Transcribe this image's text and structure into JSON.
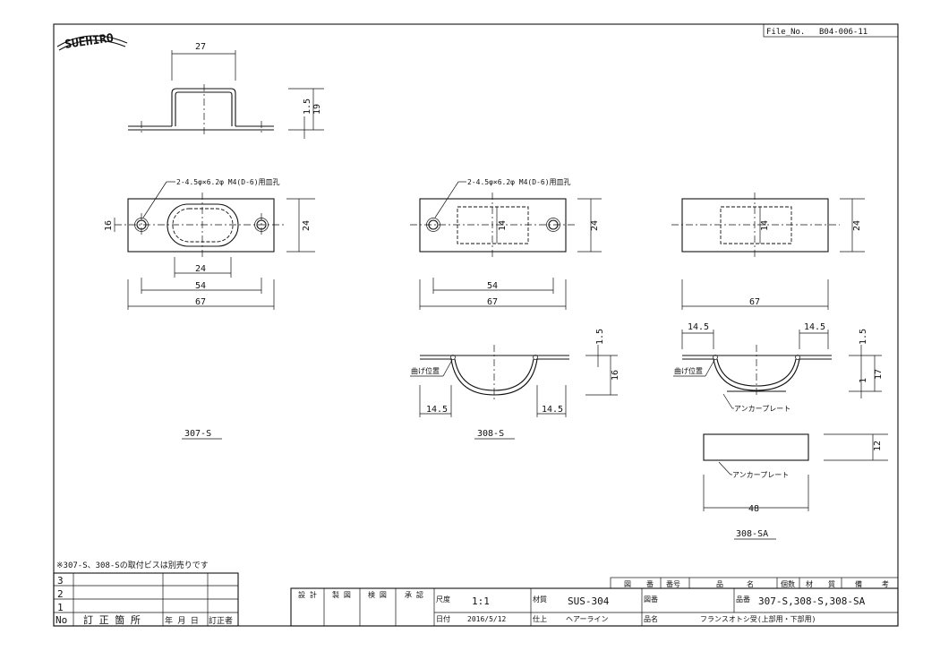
{
  "header": {
    "logo_text": "SUEHIRO",
    "file_no_label": "File_No.",
    "file_no": "B04-006-11"
  },
  "views": {
    "top_dims": {
      "width": "27",
      "thickness": "1.5",
      "height": "19"
    },
    "plan_307": {
      "hole_note": "2-4.5φ×6.2φ M4(D-6)用皿孔",
      "pitch_v": "16",
      "height": "24",
      "slot": "24",
      "holes": "54",
      "length": "67"
    },
    "plan_308": {
      "hole_note": "2-4.5φ×6.2φ M4(D-6)用皿孔",
      "inner": "14",
      "height": "24",
      "holes": "54",
      "length": "67"
    },
    "plan_308sa": {
      "inner": "14",
      "height": "24",
      "length": "67"
    },
    "side_308": {
      "bend_label": "曲げ位置",
      "thickness": "1.5",
      "depth": "16",
      "left": "14.5",
      "right": "14.5"
    },
    "side_308sa": {
      "bend_label": "曲げ位置",
      "left": "14.5",
      "right": "14.5",
      "thickness": "1.5",
      "gap": "1",
      "total": "17",
      "anchor_label": "アンカープレート"
    },
    "anchor_plate": {
      "height": "12",
      "width": "48",
      "anchor_label": "アンカープレート"
    }
  },
  "labels": {
    "v307": "307-S",
    "v308": "308-S",
    "v308sa": "308-SA"
  },
  "footnote": "※307-S、308-Sの取付ビスは別売りです",
  "revision_table": {
    "rows": [
      "3",
      "2",
      "1"
    ],
    "headers": {
      "no": "No",
      "place": "訂 正 箇 所",
      "date": "年 月 日",
      "by": "訂正者"
    }
  },
  "title_block": {
    "design": "設 計",
    "draw": "製 図",
    "check": "検 図",
    "approve": "承 認",
    "scale_label": "尺度",
    "scale": "1:1",
    "date_label": "日付",
    "date": "2016/5/12",
    "material_label": "材質",
    "material": "SUS-304",
    "finish_label": "仕上",
    "finish": "ヘアーライン",
    "drawing_no_label": "図番",
    "product_no_label": "品番",
    "product_no": "307-S,308-S,308-SA",
    "product_name_label": "品名",
    "product_name": "フランスオトシ受(上部用・下部用)",
    "parts_header": [
      "図",
      "番",
      "番号",
      "品",
      "名",
      "個数",
      "材",
      "質",
      "備",
      "考"
    ]
  }
}
